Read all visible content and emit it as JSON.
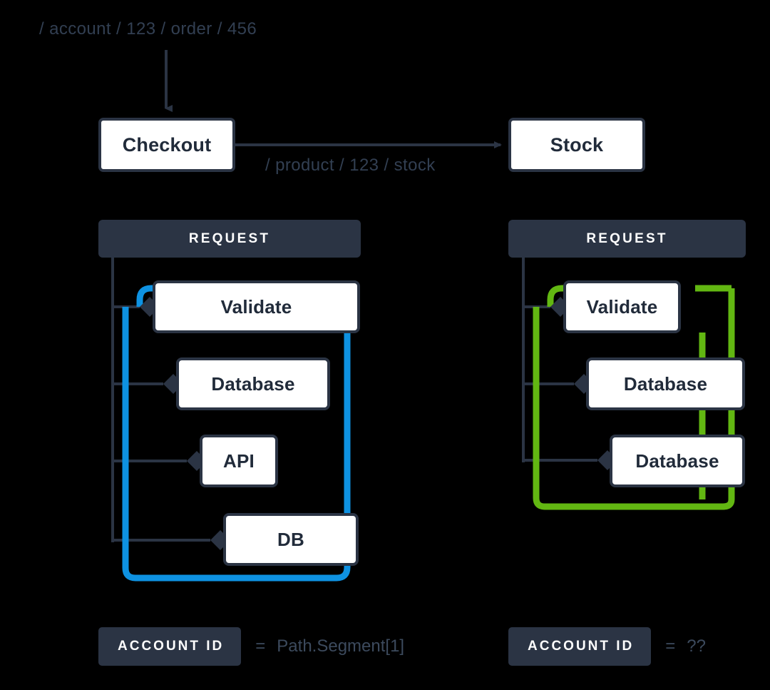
{
  "colors": {
    "background": "#000000",
    "ink": "#2B3444",
    "ink_text": "#212B3A",
    "muted_text": "#3C4A5D",
    "box_fill": "#FFFFFF",
    "trace_blue": "#0E92E2",
    "trace_green": "#62B712",
    "header_text": "#FFFFFF"
  },
  "top": {
    "incoming_path": "/ account / 123 / order / 456",
    "checkout_label": "Checkout",
    "stock_label": "Stock",
    "edge_label": "/ product / 123 / stock"
  },
  "panels": [
    {
      "id": "left",
      "header": "REQUEST",
      "trace_color": "#0E92E2",
      "spans": [
        {
          "label": "Validate"
        },
        {
          "label": "Database"
        },
        {
          "label": "API"
        },
        {
          "label": "DB"
        }
      ],
      "legend": {
        "badge": "ACCOUNT ID",
        "equals": "=",
        "value": "Path.Segment[1]"
      }
    },
    {
      "id": "right",
      "header": "REQUEST",
      "trace_color": "#62B712",
      "spans": [
        {
          "label": "Validate"
        },
        {
          "label": "Database"
        },
        {
          "label": "Database"
        }
      ],
      "legend": {
        "badge": "ACCOUNT ID",
        "equals": "=",
        "value": "??"
      }
    }
  ]
}
